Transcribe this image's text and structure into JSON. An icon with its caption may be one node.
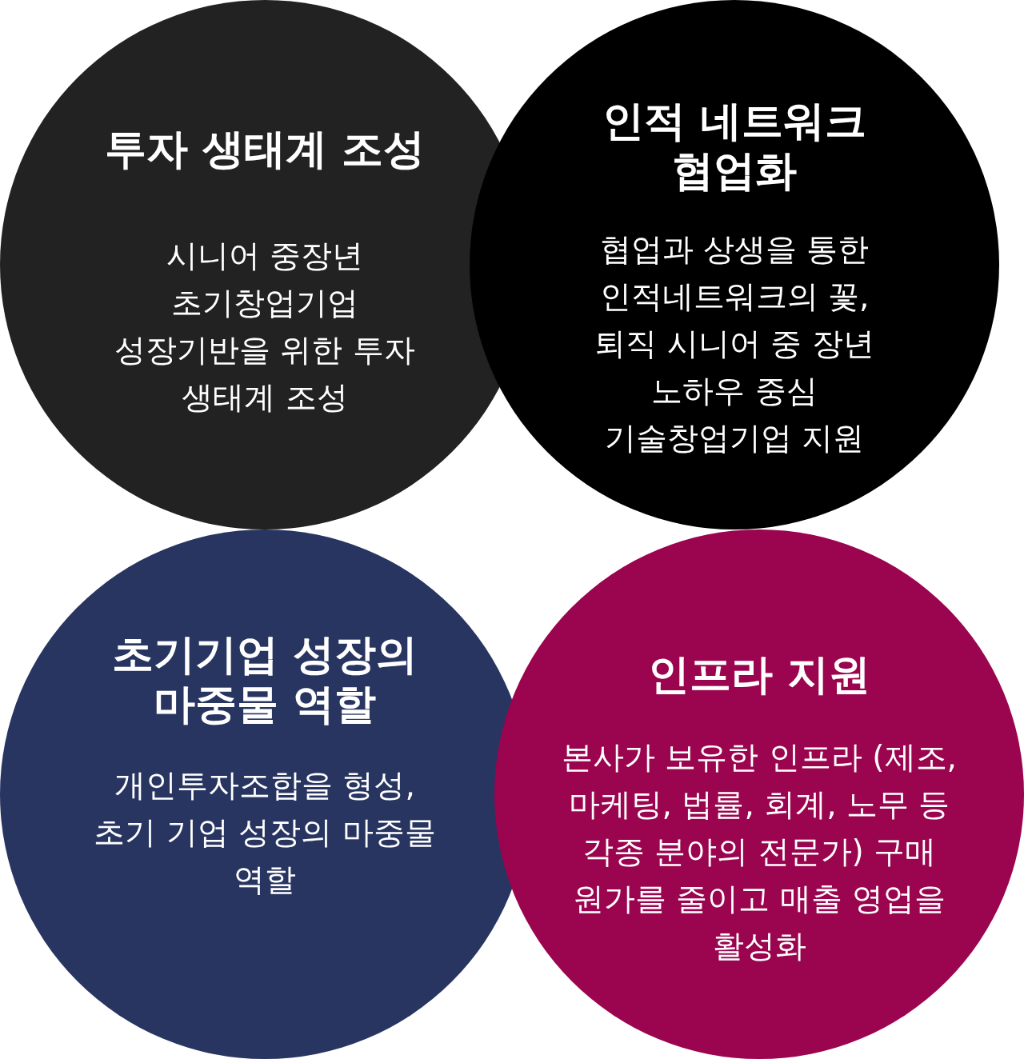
{
  "diagram": {
    "nodes": [
      {
        "text": [
          "투자 생태계 조성",
          "시니어 중장년 초기창업기업 성장기반을 위한 투자 생태계 조성"
        ]
      },
      {
        "text": [
          "인적 네트워크 협업화",
          "협업과 상생을 통한 인적네트워크의 꽃, 퇴직 시니어 중 장년 노하우 중심 기술창업기업 지원"
        ]
      },
      {
        "text": [
          "초기기업 성장의 마중물 역할",
          "개인투자조합을 형성, 초기 기업 성장의 마중물 역할"
        ]
      },
      {
        "text": [
          "인프라 지원",
          "본사가 보유한 인프라 (제조, 마케팅, 법률, 회계, 노무 등 각종 분야의 전문가) 구매 원가를 줄이고 매출 영업을 활성화"
        ]
      }
    ]
  }
}
